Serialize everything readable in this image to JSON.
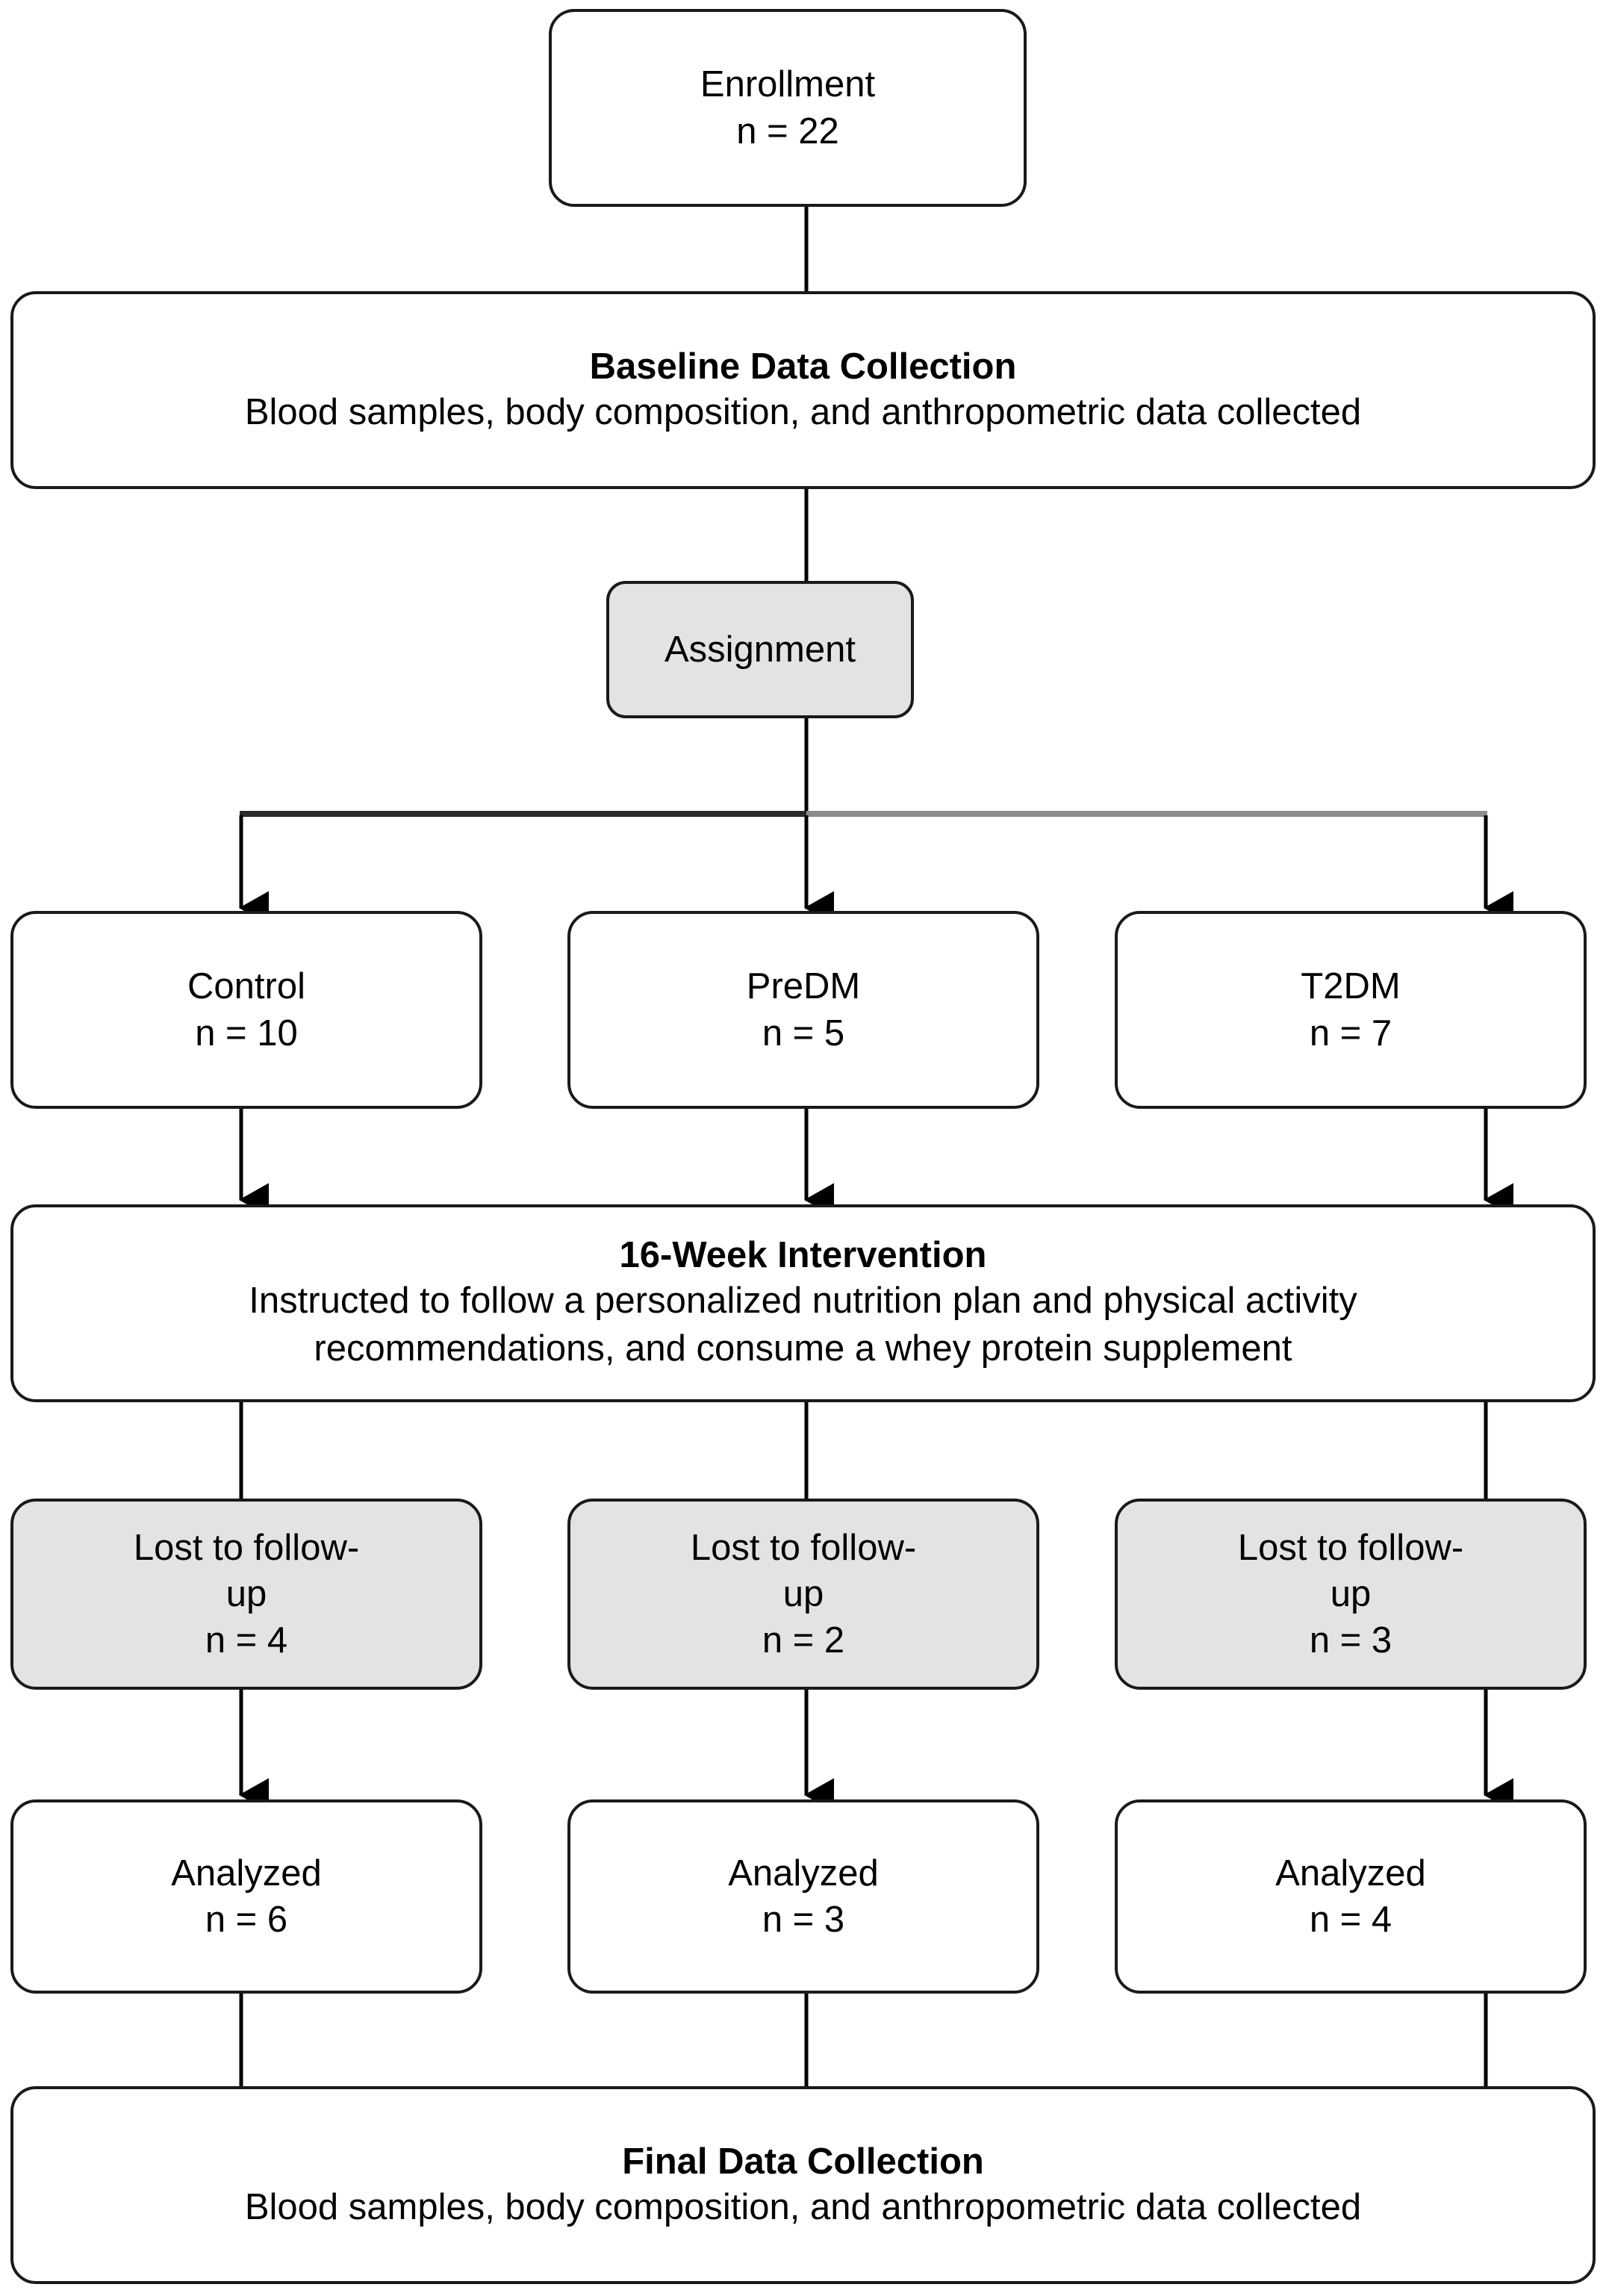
{
  "diagram": {
    "type": "consort-flow-diagram",
    "colors": {
      "stroke": "#1a1a1a",
      "shaded_fill": "#e3e3e3",
      "plain_fill": "#ffffff",
      "connector_gray": "#8c8c8c"
    },
    "nodes": {
      "enrollment": {
        "label": "Enrollment",
        "count": "n = 22",
        "shaded": false
      },
      "baseline": {
        "title": "Baseline Data Collection",
        "detail": "Blood samples, body composition, and anthropometric data collected",
        "shaded": false
      },
      "assignment": {
        "label": "Assignment",
        "shaded": true
      },
      "groups": [
        {
          "label": "Control",
          "count": "n = 10",
          "shaded": false
        },
        {
          "label": "PreDM",
          "count": "n = 5",
          "shaded": false
        },
        {
          "label": "T2DM",
          "count": "n = 7",
          "shaded": false
        }
      ],
      "intervention": {
        "title": "16-Week Intervention",
        "detail_line1": "Instructed to follow a personalized nutrition plan and physical activity",
        "detail_line2": "recommendations, and consume a whey protein supplement",
        "shaded": false
      },
      "lost": [
        {
          "line1": "Lost to follow-",
          "line2": "up",
          "count": "n = 4",
          "shaded": true
        },
        {
          "line1": "Lost to follow-",
          "line2": "up",
          "count": "n = 2",
          "shaded": true
        },
        {
          "line1": "Lost to follow-",
          "line2": "up",
          "count": "n = 3",
          "shaded": true
        }
      ],
      "analyzed": [
        {
          "label": "Analyzed",
          "count": "n = 6",
          "shaded": false
        },
        {
          "label": "Analyzed",
          "count": "n = 3",
          "shaded": false
        },
        {
          "label": "Analyzed",
          "count": "n = 4",
          "shaded": false
        }
      ],
      "final": {
        "title": "Final Data Collection",
        "detail": "Blood samples, body composition, and anthropometric data collected",
        "shaded": false
      }
    }
  }
}
